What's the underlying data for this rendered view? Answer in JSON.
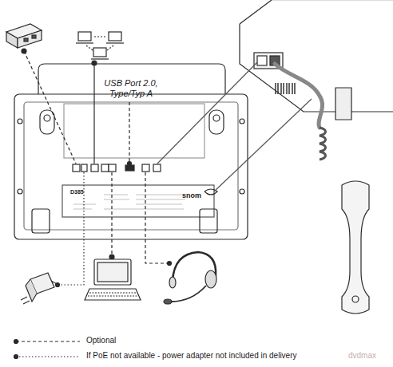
{
  "diagram": {
    "labels": [
      "USB Port 2.0, Type/Typ A",
      "D385",
      "snom",
      "dvdmax"
    ],
    "legend": [
      {
        "text": "Optional"
      },
      {
        "text": "If PoE not available - power adapter not included in delivery"
      }
    ]
  }
}
